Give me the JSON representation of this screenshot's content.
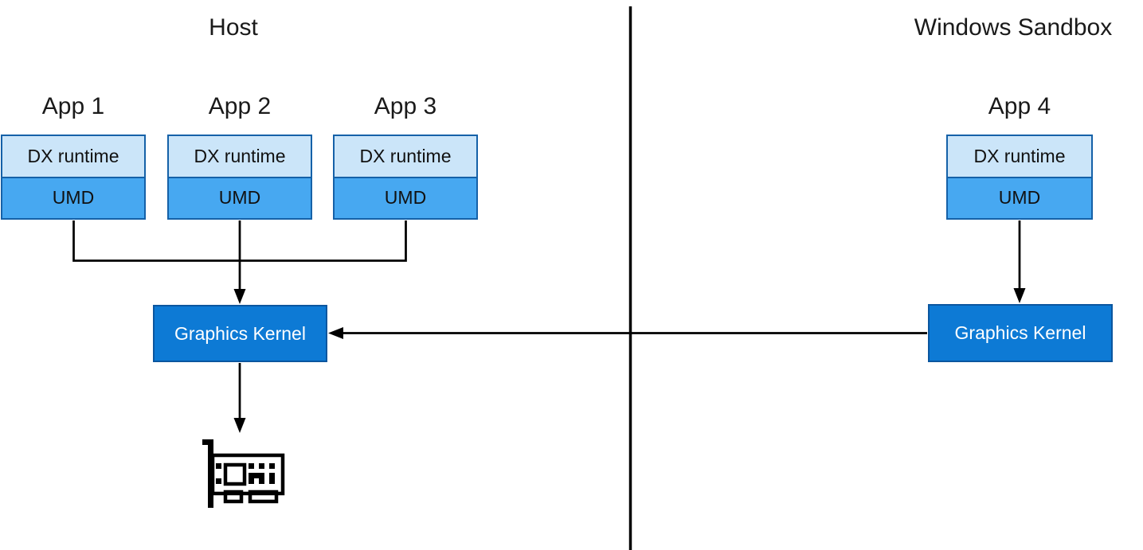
{
  "colors": {
    "dx_fill": "#cbe5f9",
    "umd_fill": "#47a8f1",
    "box_border": "#1561a8",
    "kernel_fill": "#0d7ad5",
    "kernel_border": "#0b569f",
    "kernel_text": "#ffffff",
    "line": "#000000",
    "text": "#1a1a1a"
  },
  "host": {
    "title": "Host",
    "apps": [
      {
        "label": "App 1",
        "layers": [
          "DX runtime",
          "UMD"
        ]
      },
      {
        "label": "App 2",
        "layers": [
          "DX runtime",
          "UMD"
        ]
      },
      {
        "label": "App 3",
        "layers": [
          "DX runtime",
          "UMD"
        ]
      }
    ],
    "kernel_label": "Graphics Kernel"
  },
  "sandbox": {
    "title": "Windows Sandbox",
    "apps": [
      {
        "label": "App 4",
        "layers": [
          "DX runtime",
          "UMD"
        ]
      }
    ],
    "kernel_label": "Graphics Kernel"
  }
}
